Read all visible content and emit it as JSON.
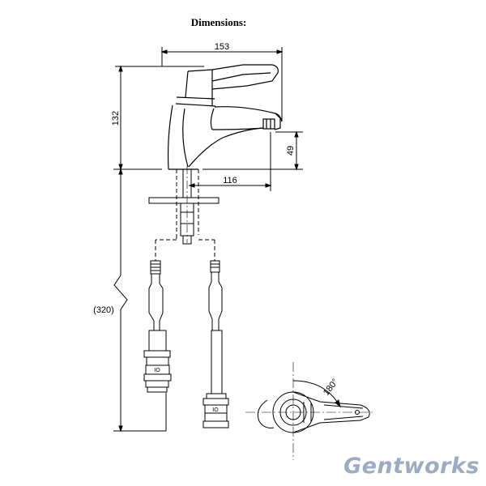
{
  "title": "Dimensions:",
  "dimensions": {
    "width": "153",
    "height": "132",
    "spout_height": "49",
    "spout_reach": "116",
    "pipe_length": "(320)",
    "handle_rotation": "180°"
  },
  "brand": {
    "name": "Gentworks",
    "color": "#9aabc3"
  },
  "icons": [
    "basin-tap-side-view",
    "flexible-hose",
    "compression-fitting",
    "handle-top-view"
  ]
}
